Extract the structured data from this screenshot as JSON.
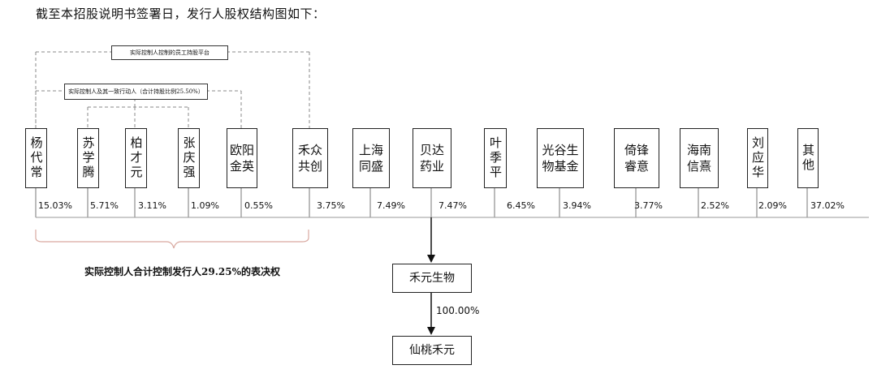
{
  "intro_text": "截至本招股说明书签署日，发行人股权结构图如下：",
  "platform_label": "实际控制人控制的员工持股平台",
  "group_label": "实际控制人及其一致行动人（合计持股比例25.50%）",
  "shareholders": [
    {
      "name": "杨代常",
      "pct": "15.03%"
    },
    {
      "name": "苏学腾",
      "pct": "5.71%"
    },
    {
      "name": "柏才元",
      "pct": "3.11%"
    },
    {
      "name": "张庆强",
      "pct": "1.09%"
    },
    {
      "name": "欧阳金英",
      "pct": "0.55%"
    },
    {
      "name": "禾众共创",
      "pct": "3.75%"
    },
    {
      "name": "上海同盛",
      "pct": "7.49%"
    },
    {
      "name": "贝达药业",
      "pct": "7.47%"
    },
    {
      "name": "叶季平",
      "pct": "6.45%"
    },
    {
      "name": "光谷生物基金",
      "pct": "3.94%"
    },
    {
      "name": "倚锋睿意",
      "pct": "3.77%"
    },
    {
      "name": "海南信熹",
      "pct": "2.52%"
    },
    {
      "name": "刘应华",
      "pct": "2.09%"
    },
    {
      "name": "其他",
      "pct": "37.02%"
    }
  ],
  "brace_label": "实际控制人合计控制发行人29.25%的表决权",
  "issuer": "禾元生物",
  "subsidiary_pct": "100.00%",
  "subsidiary": "仙桃禾元"
}
